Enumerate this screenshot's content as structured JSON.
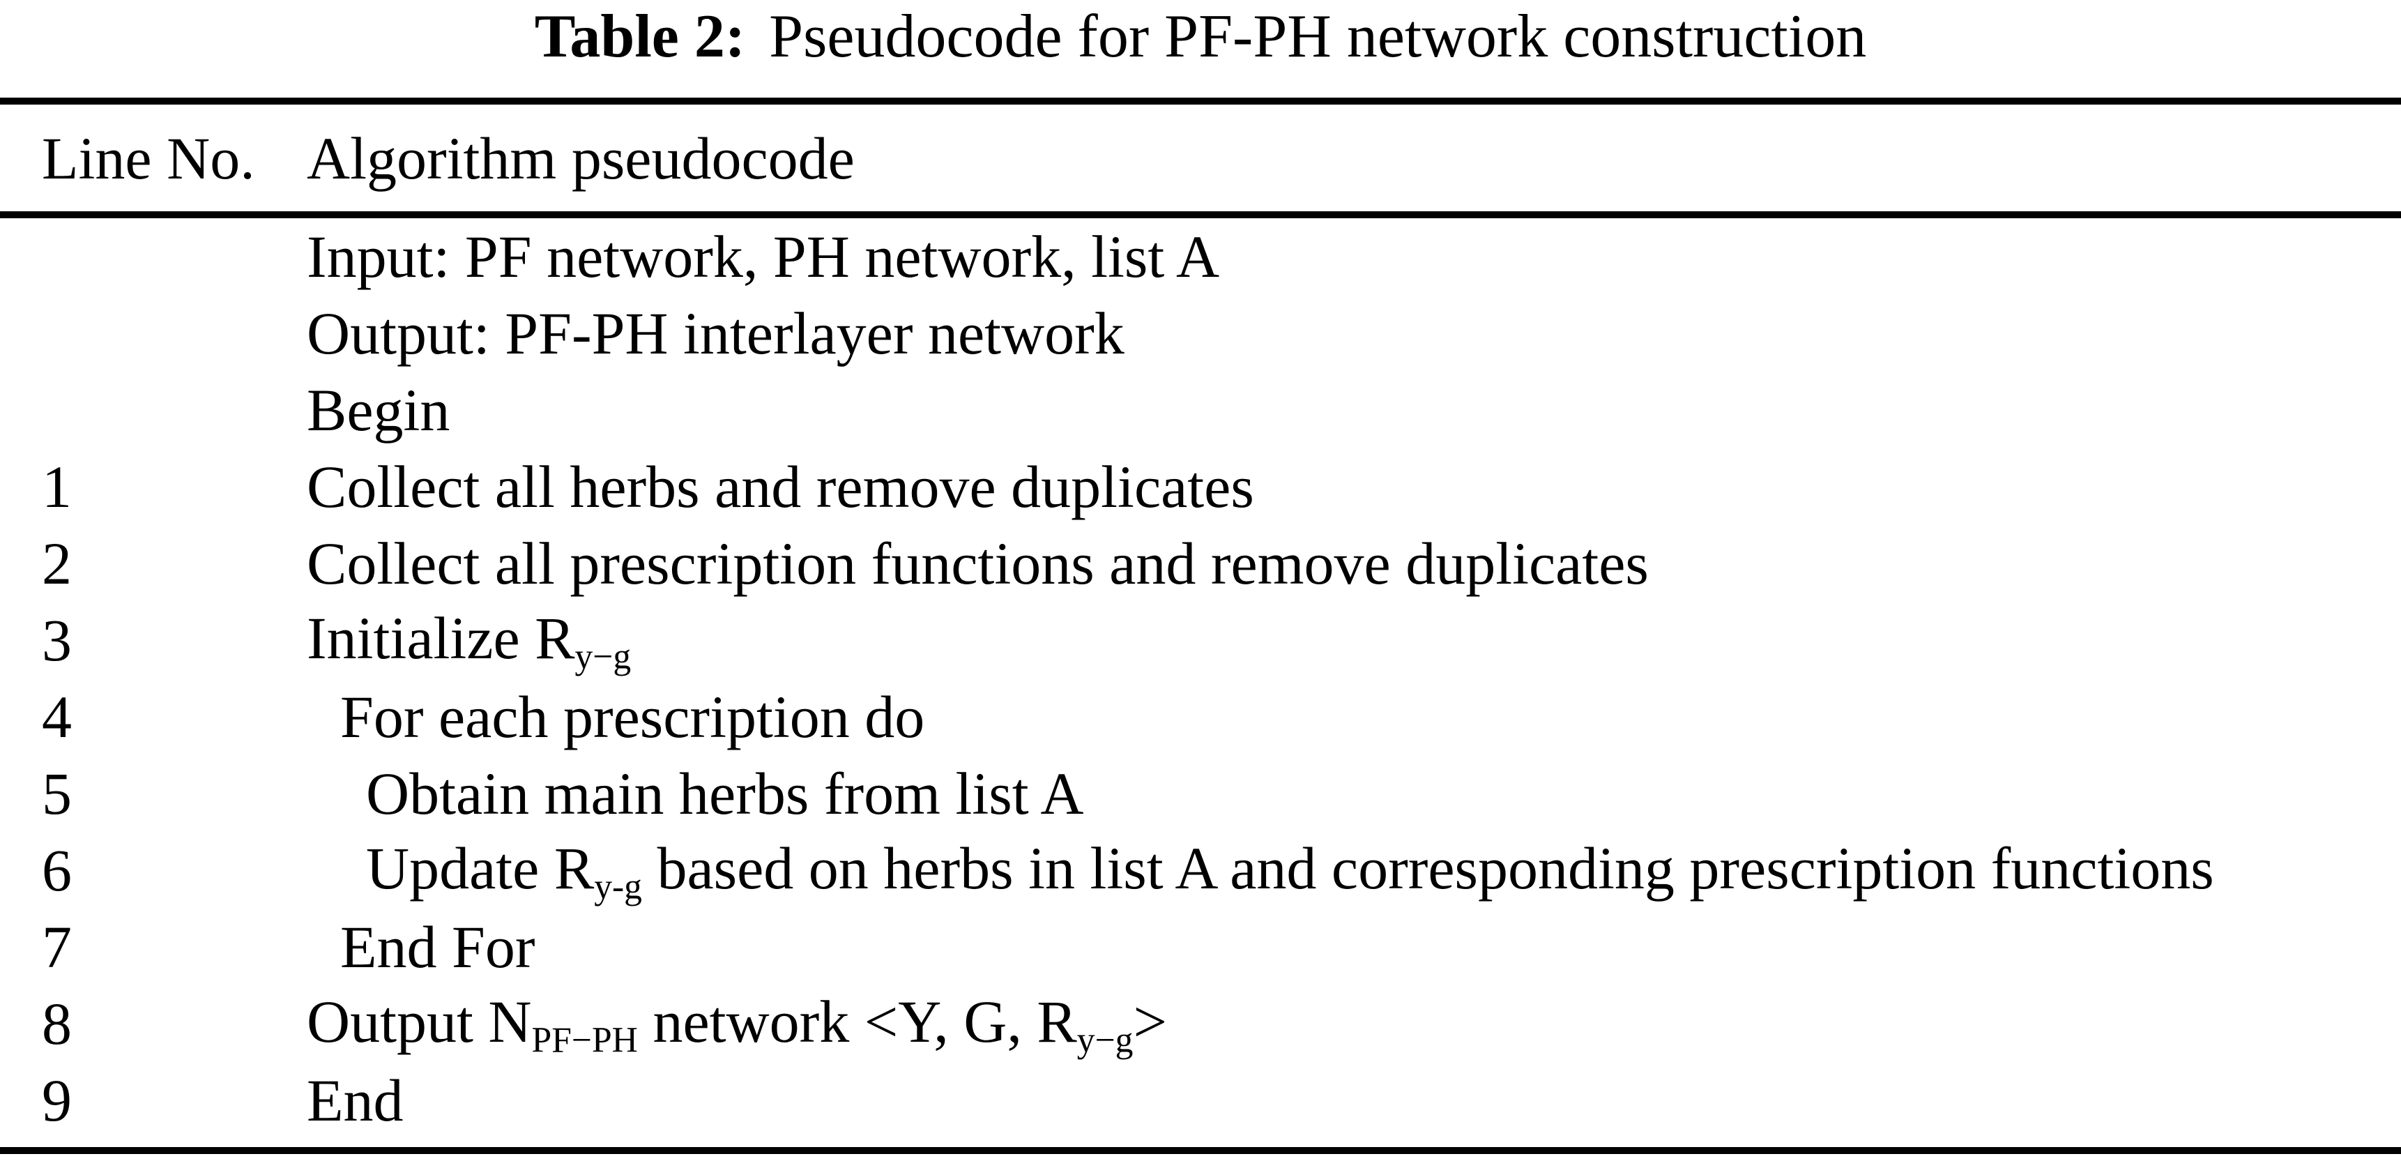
{
  "page": {
    "background_color": "#ffffff",
    "text_color": "#000000",
    "rule_color": "#000000"
  },
  "caption": {
    "label": "Table 2:",
    "text": "Pseudocode for PF-PH network construction"
  },
  "header": {
    "col1": "Line No.",
    "col2": "Algorithm pseudocode"
  },
  "rows": [
    {
      "line": "",
      "indent": 0,
      "segments": [
        {
          "text": "Input: PF network, PH network, list A"
        }
      ]
    },
    {
      "line": "",
      "indent": 0,
      "segments": [
        {
          "text": "Output: PF-PH interlayer network"
        }
      ]
    },
    {
      "line": "",
      "indent": 0,
      "segments": [
        {
          "text": "Begin"
        }
      ]
    },
    {
      "line": "1",
      "indent": 0,
      "segments": [
        {
          "text": "Collect all herbs and remove duplicates"
        }
      ]
    },
    {
      "line": "2",
      "indent": 0,
      "segments": [
        {
          "text": "Collect all prescription functions and remove duplicates"
        }
      ]
    },
    {
      "line": "3",
      "indent": 0,
      "segments": [
        {
          "text": "Initialize R"
        },
        {
          "text": "y−g",
          "sub": true
        }
      ]
    },
    {
      "line": "4",
      "indent": 1,
      "segments": [
        {
          "text": "For each prescription do"
        }
      ]
    },
    {
      "line": "5",
      "indent": 2,
      "segments": [
        {
          "text": "Obtain main herbs from list A"
        }
      ]
    },
    {
      "line": "6",
      "indent": 2,
      "segments": [
        {
          "text": "Update R"
        },
        {
          "text": "y-g",
          "sub": true
        },
        {
          "text": " based on herbs in list A and corresponding prescription functions"
        }
      ]
    },
    {
      "line": "7",
      "indent": 1,
      "segments": [
        {
          "text": "End For"
        }
      ]
    },
    {
      "line": "8",
      "indent": 0,
      "segments": [
        {
          "text": "Output N"
        },
        {
          "text": "PF−PH",
          "sub": true
        },
        {
          "text": " network <Y, G, R"
        },
        {
          "text": "y−g",
          "sub": true
        },
        {
          "text": ">"
        }
      ]
    },
    {
      "line": "9",
      "indent": 0,
      "segments": [
        {
          "text": "End"
        }
      ]
    }
  ]
}
